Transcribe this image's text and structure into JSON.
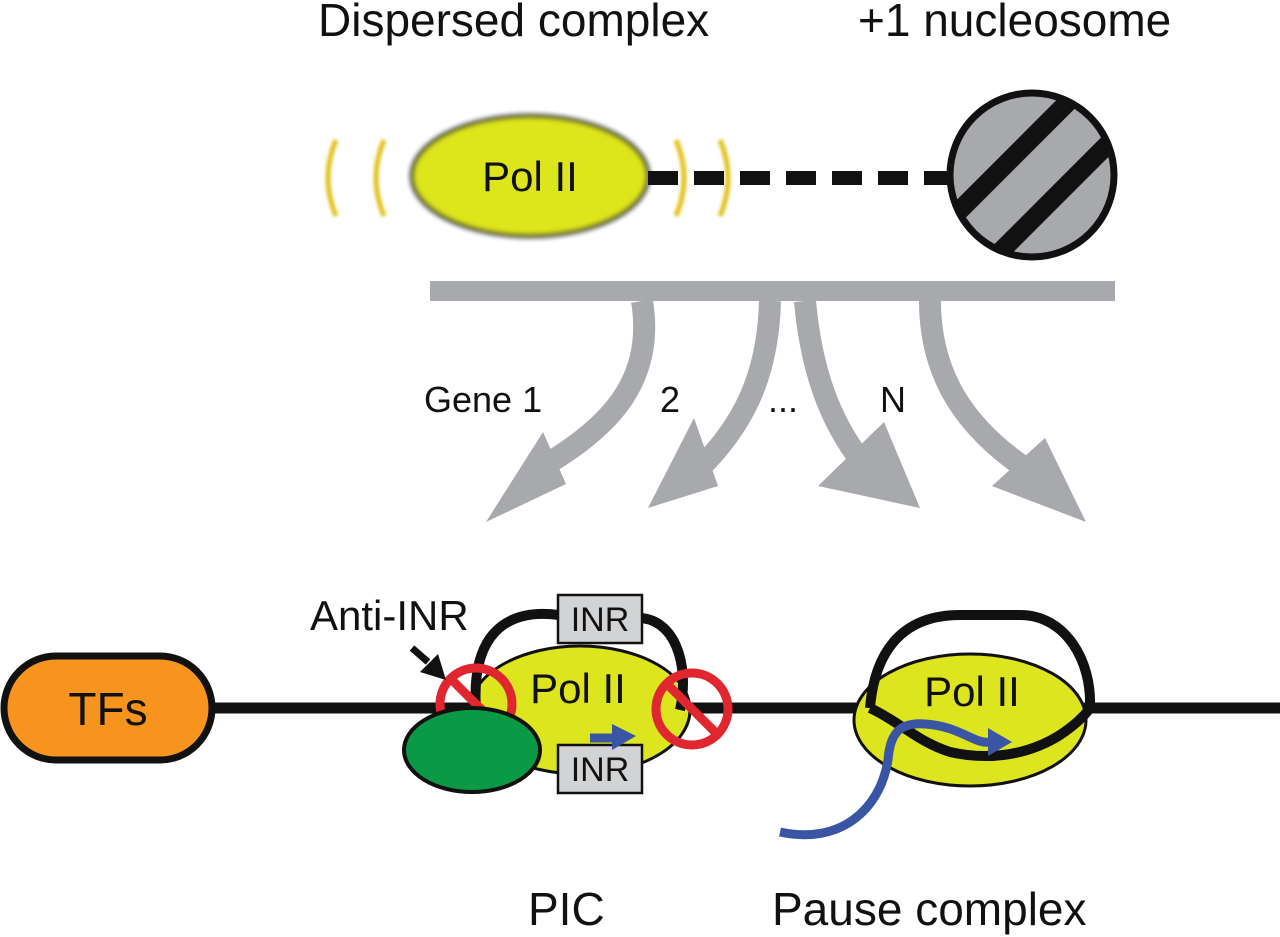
{
  "labels": {
    "dispersed_complex": "Dispersed complex",
    "plus1_nucleosome": "+1 nucleosome",
    "pol2_top": "Pol II",
    "gene_1": "Gene 1",
    "gene_2": "2",
    "ellipsis": "...",
    "gene_n": "N",
    "anti_inr": "Anti-INR",
    "inr_top": "INR",
    "inr_bottom": "INR",
    "pol2_pic": "Pol II",
    "pol2_pause": "Pol II",
    "tfs": "TFs",
    "pic": "PIC",
    "pause_complex": "Pause complex"
  },
  "colors": {
    "pol2_fill": "#dde51f",
    "pol2_blur_arc": "#e2c21c",
    "nucleosome_fill": "#a7a9ac",
    "dna_line": "#111111",
    "arrows": "#a7a9ac",
    "tfs_fill": "#f7941d",
    "anti_inr_fill": "#0a9a45",
    "no_sign": "#e0262e",
    "transcript": "#3a55a4",
    "inr_box": "#d1d3d4"
  }
}
